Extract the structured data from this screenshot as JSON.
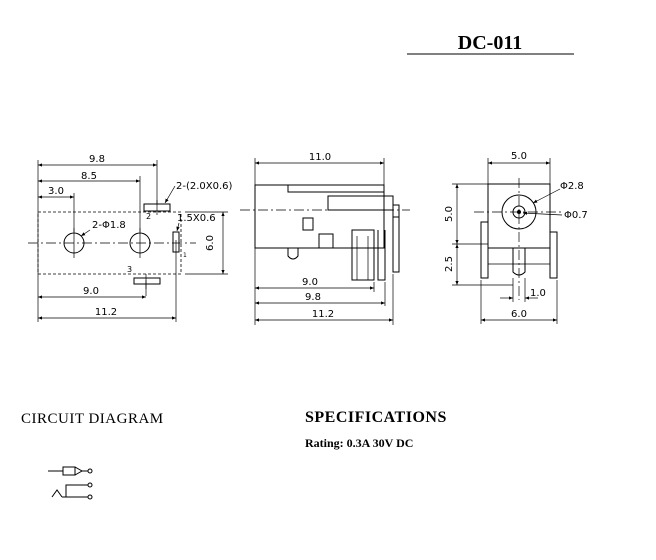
{
  "title": "DC-011",
  "front_view": {
    "dim_overall_width_top": "9.8",
    "dim_pitch": "8.5",
    "dim_hole_offset": "3.0",
    "dim_holes": "2-Φ1.8",
    "dim_slot_pads": "2-(2.0X0.6)",
    "dim_side_slot": "1.5X0.6",
    "dim_height": "6.0",
    "dim_bottom_pad": "9.0",
    "dim_overall_width_bottom": "11.2",
    "pin_label_2": "2",
    "pin_label_3": "3",
    "pin_label_1": "1"
  },
  "side_view": {
    "dim_length": "11.0",
    "dim_pin_a": "9.0",
    "dim_pin_b": "9.8",
    "dim_total": "11.2"
  },
  "end_view": {
    "dim_width_top": "5.0",
    "dim_socket_dia": "Φ2.8",
    "dim_pin_dia": "Φ0.7",
    "dim_height": "5.0",
    "dim_lower": "2.5",
    "dim_pin_gap": "1.0",
    "dim_width_bottom": "6.0"
  },
  "circuit": {
    "heading": "CIRCUIT DIAGRAM"
  },
  "specifications": {
    "heading": "SPECIFICATIONS",
    "rating": "Rating: 0.3A 30V DC"
  }
}
